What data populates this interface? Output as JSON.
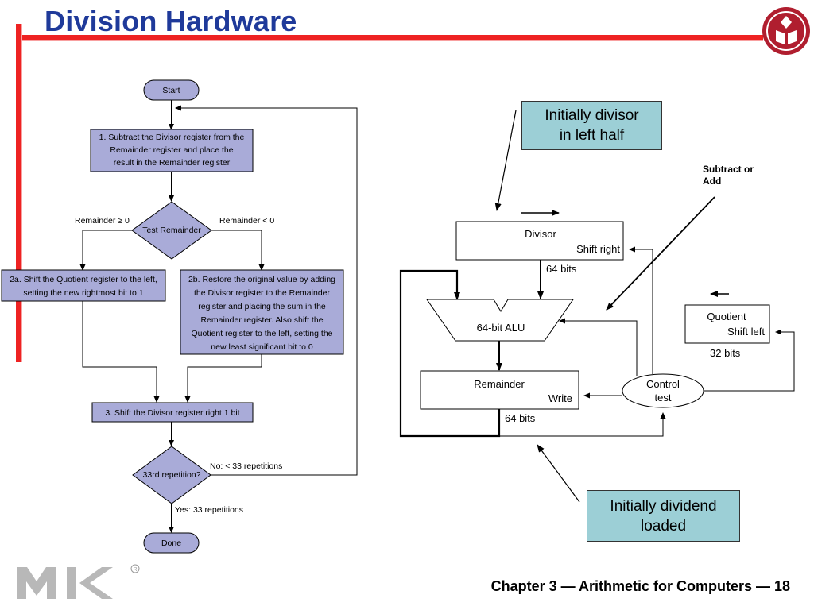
{
  "slide": {
    "title": "Division Hardware",
    "footer": "Chapter 3 — Arithmetic for Computers — 18"
  },
  "flowchart": {
    "start": "Start",
    "step1": [
      "1.  Subtract the Divisor register from the",
      "Remainder register and place the",
      "result in the Remainder register"
    ],
    "decision": "Test Remainder",
    "branch_left": "Remainder ≥ 0",
    "branch_right": "Remainder < 0",
    "step2a": [
      "2a.  Shift the Quotient register to the left,",
      "setting the new rightmost bit to 1"
    ],
    "step2b": [
      "2b.  Restore the original value by adding",
      "the Divisor register to the Remainder",
      "register and placing the sum in the",
      "Remainder register. Also shift the",
      "Quotient register to the left, setting the",
      "new least significant bit to 0"
    ],
    "step3": "3.  Shift the Divisor register right 1 bit",
    "decision2": "33rd repetition?",
    "no_label": "No: < 33 repetitions",
    "yes_label": "Yes: 33 repetitions",
    "done": "Done"
  },
  "hardware": {
    "divisor": "Divisor",
    "divisor_op": "Shift right",
    "bits_64_top": "64 bits",
    "alu": "64-bit ALU",
    "remainder": "Remainder",
    "remainder_op": "Write",
    "bits_64_bottom": "64 bits",
    "quotient": "Quotient",
    "quotient_op": "Shift left",
    "bits_32": "32 bits",
    "control_line1": "Control",
    "control_line2": "test",
    "subtract_label": [
      "Subtract or",
      "Add"
    ],
    "callout_divisor": [
      "Initially divisor",
      "in left half"
    ],
    "callout_dividend": [
      "Initially dividend",
      "loaded"
    ]
  },
  "colors": {
    "title": "#1f3a9a",
    "rule": "#ee2222",
    "flow_box": "#a9abd8",
    "callout": "#9ccfd6",
    "logo": "#b01e2f"
  },
  "logo_text": "MK"
}
